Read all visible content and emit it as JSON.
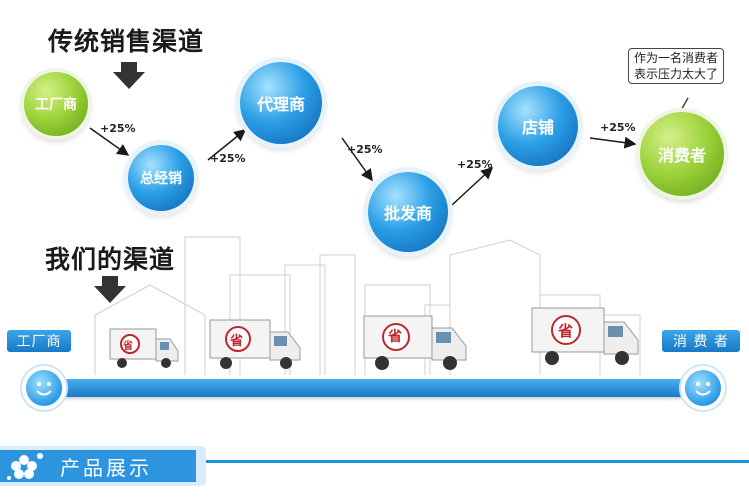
{
  "traditional": {
    "title": "传统销售渠道",
    "nodes": {
      "factory": "工厂商",
      "general_distributor": "总经销",
      "agent": "代理商",
      "wholesaler": "批发商",
      "store": "店铺",
      "consumer": "消费者"
    },
    "markup": "+25%",
    "speech_line1": "作为一名消费者",
    "speech_line2": "表示压力太大了"
  },
  "ours": {
    "title": "我们的渠道",
    "start_label": "工厂商",
    "end_label": "消 费 者",
    "truck_badge": "省"
  },
  "section": {
    "title": "产品展示"
  },
  "colors": {
    "blue": "#2c9fe6",
    "green": "#9ed33c",
    "road": "#1e86d6",
    "bar": "#1f8fe0"
  }
}
